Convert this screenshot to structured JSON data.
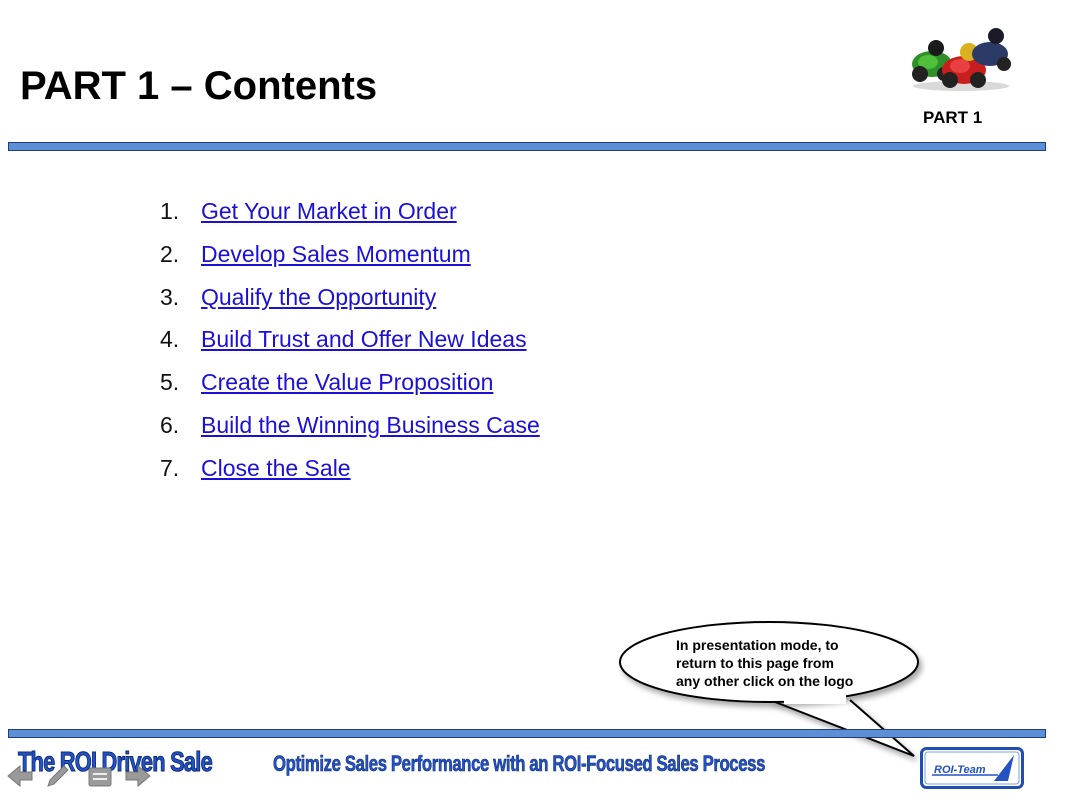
{
  "header": {
    "title": "PART 1 – Contents",
    "part_label": "PART 1"
  },
  "toc": [
    {
      "num": "1.",
      "label": "Get Your Market in Order"
    },
    {
      "num": "2.",
      "label": "Develop Sales Momentum"
    },
    {
      "num": "3.",
      "label": "Qualify the Opportunity"
    },
    {
      "num": "4.",
      "label": "Build Trust and Offer New Ideas"
    },
    {
      "num": "5.",
      "label": "Create the Value Proposition"
    },
    {
      "num": "6.",
      "label": "Build the Winning Business Case"
    },
    {
      "num": "7.",
      "label": "Close the Sale"
    }
  ],
  "callout": {
    "line1": "In presentation mode, to",
    "line2": "return to this page from",
    "line3": "any other click on the logo"
  },
  "footer": {
    "brand": "The ROI Driven Sale",
    "tagline": "Optimize Sales Performance with an ROI-Focused Sales Process",
    "logo_text": "ROI-Team"
  },
  "nav_icons": [
    "arrow-left-icon",
    "pencil-icon",
    "menu-icon",
    "arrow-right-icon"
  ],
  "colors": {
    "rule": "#5b8fd6",
    "link": "#1a10d8",
    "footer_text": "#2452c2"
  }
}
